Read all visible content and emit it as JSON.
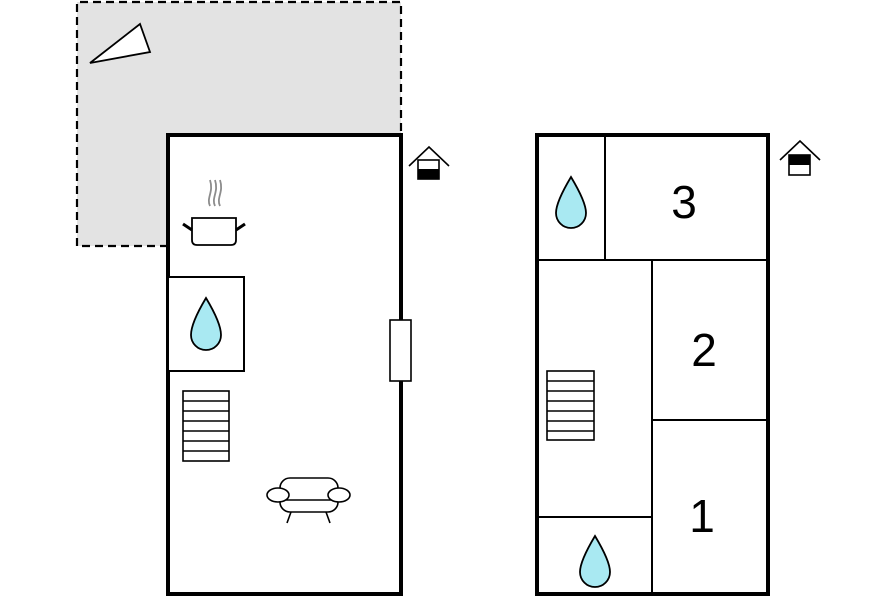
{
  "colors": {
    "background": "#ffffff",
    "wall": "#000000",
    "terrace_fill": "#e3e3e3",
    "water": "#a9e9f2",
    "icon_gray": "#8c8c8c"
  },
  "ground_floor": {
    "icons": [
      "terrace-compass-icon",
      "cooking-pot-icon",
      "water-drop-icon",
      "stairs-icon",
      "sofa-icon",
      "door-icon",
      "floor-indicator-lower-icon"
    ]
  },
  "upper_floor": {
    "rooms": [
      {
        "label": "3"
      },
      {
        "label": "2"
      },
      {
        "label": "1"
      }
    ],
    "icons": [
      "water-drop-icon",
      "stairs-icon",
      "water-drop-icon",
      "floor-indicator-upper-icon"
    ]
  }
}
